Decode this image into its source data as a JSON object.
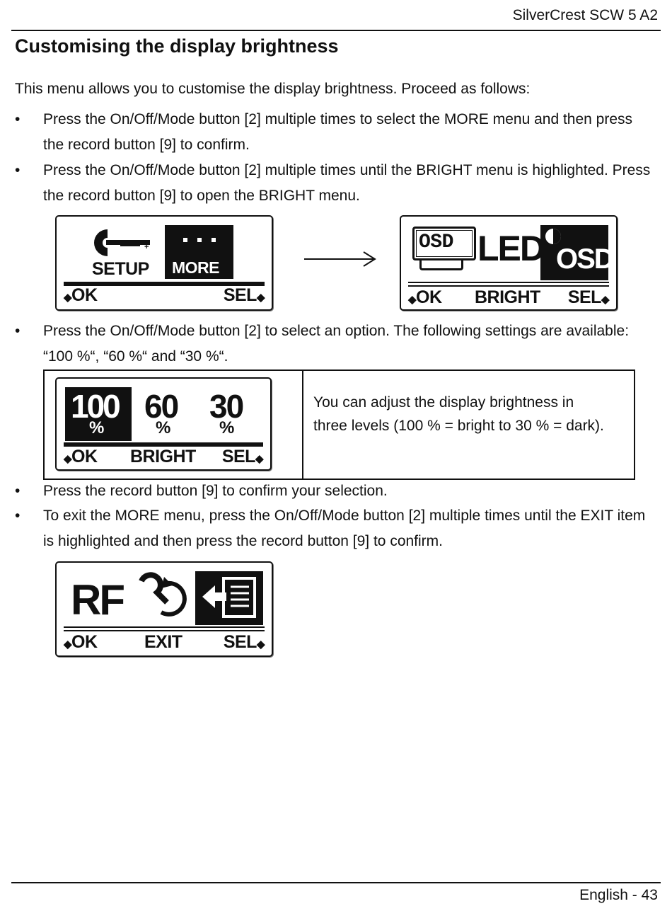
{
  "header": {
    "product": "SilverCrest SCW 5 A2"
  },
  "title": "Customising the display brightness",
  "intro": "This menu allows you to customise the display brightness. Proceed as follows:",
  "bullets": [
    "Press the On/Off/Mode button [2] multiple times to select the MORE menu and then press the record button [9] to confirm.",
    "Press the On/Off/Mode button [2] multiple times until the BRIGHT menu is highlighted. Press the record button [9] to open the BRIGHT menu.",
    "Press the On/Off/Mode button [2] to select an option. The following settings are available: “100 %“, “60 %“ and “30 %“.",
    "Press the record button [9] to confirm your selection.",
    "To exit the MORE menu, press the On/Off/Mode button [2] multiple times until the EXIT item is highlighted and then press the record button [9] to confirm."
  ],
  "screen_setup": {
    "setup": "SETUP",
    "more": "MORE",
    "ok": "OK",
    "sel": "SEL"
  },
  "screen_bright": {
    "osd": "OSD",
    "led": "LED",
    "osd2": "OSD",
    "ok": "OK",
    "center": "BRIGHT",
    "sel": "SEL"
  },
  "screen_levels": {
    "v1": "100",
    "v2": "60",
    "v3": "30",
    "unit": "%",
    "ok": "OK",
    "center": "BRIGHT",
    "sel": "SEL"
  },
  "screen_exit": {
    "rf": "RF",
    "ok": "OK",
    "center": "EXIT",
    "sel": "SEL"
  },
  "table_text": "You can adjust the display brightness in three levels (100 % = bright to 30 % = dark).",
  "footer": {
    "page": "English - 43"
  },
  "bullet_symbol": "•",
  "arrow_left": "◆",
  "arrow_right": "◆"
}
